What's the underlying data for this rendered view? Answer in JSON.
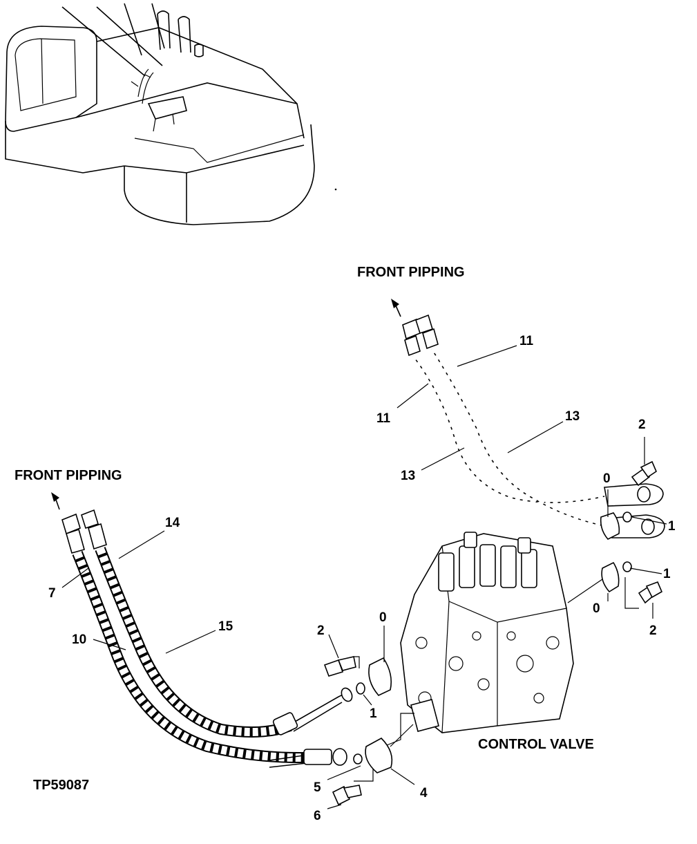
{
  "labels": {
    "front_pipping_top": "FRONT PIPPING",
    "front_pipping_left": "FRONT PIPPING",
    "control_valve": "CONTROL VALVE",
    "drawing_id": "TP59087"
  },
  "callouts": {
    "c11a": "11",
    "c11b": "11",
    "c13a": "13",
    "c13b": "13",
    "c2a": "2",
    "c0a": "0",
    "c1a": "1",
    "c1b": "1",
    "c0b": "0",
    "c2b": "2",
    "c14": "14",
    "c7": "7",
    "c10": "10",
    "c15": "15",
    "c2c": "2",
    "c0c": "0",
    "c1c": "1",
    "c5": "5",
    "c4": "4",
    "c6": "6"
  }
}
